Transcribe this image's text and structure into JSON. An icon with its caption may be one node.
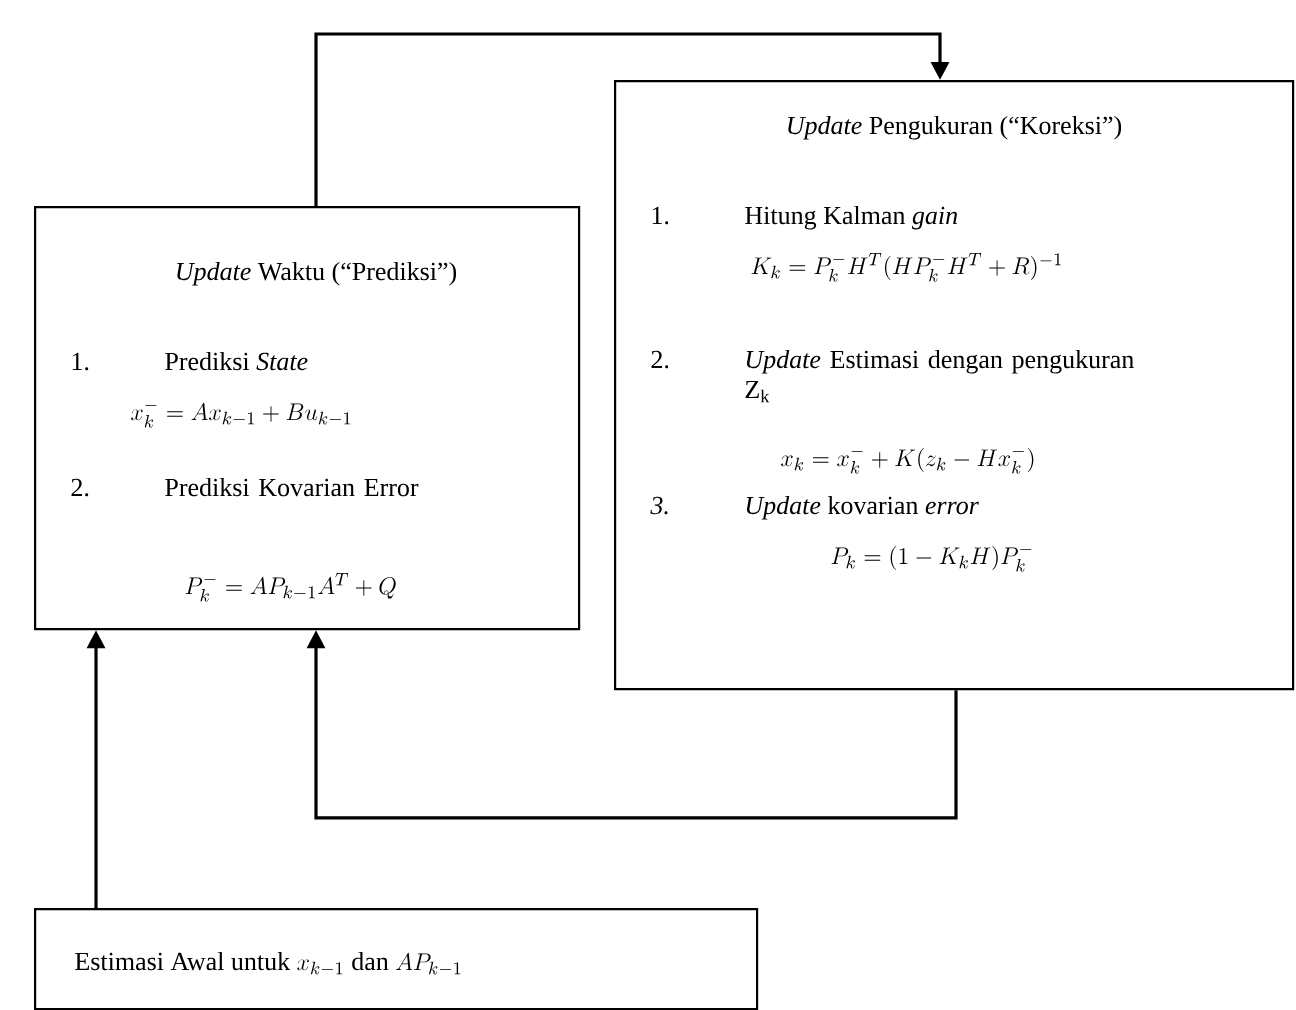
{
  "diagram": {
    "nodes": [
      {
        "text": [
          "*Update* Waktu  (“Prediksi”)",
          "1.",
          "Prediksi *State*",
          "x_k^- = Ax_{k-1} + Bu_{k-1}",
          "2.",
          "Prediksi Kovarian Error",
          "P_k^- = AP_{k-1}A^T + Q"
        ]
      },
      {
        "text": [
          "*Update* Pengukuran  (“Koreksi”)",
          "1.",
          "Hitung Kalman *gain*",
          "K_k = P_k^- H^T (H P_k^- H^T + R)^{-1}",
          "2.",
          "*Update* Estimasi dengan pengukuran Z$_{k}$",
          "x_k = x_k^- + K(z_k - H x_k^-)",
          "3.",
          "*Update* kovarian *error*",
          "P_k = (1 - K_k H) P_k^-"
        ]
      },
      {
        "text": [
          "Estimasi Awal untuk",
          "x_{k-1}",
          "dan",
          "AP_{k-1}"
        ]
      }
    ],
    "edges": [
      {
        "from": 0,
        "to": 1,
        "arrow": "to"
      },
      {
        "from": 1,
        "to": 0,
        "arrow": "to"
      },
      {
        "from": 2,
        "to": 0,
        "arrow": "to"
      }
    ]
  }
}
